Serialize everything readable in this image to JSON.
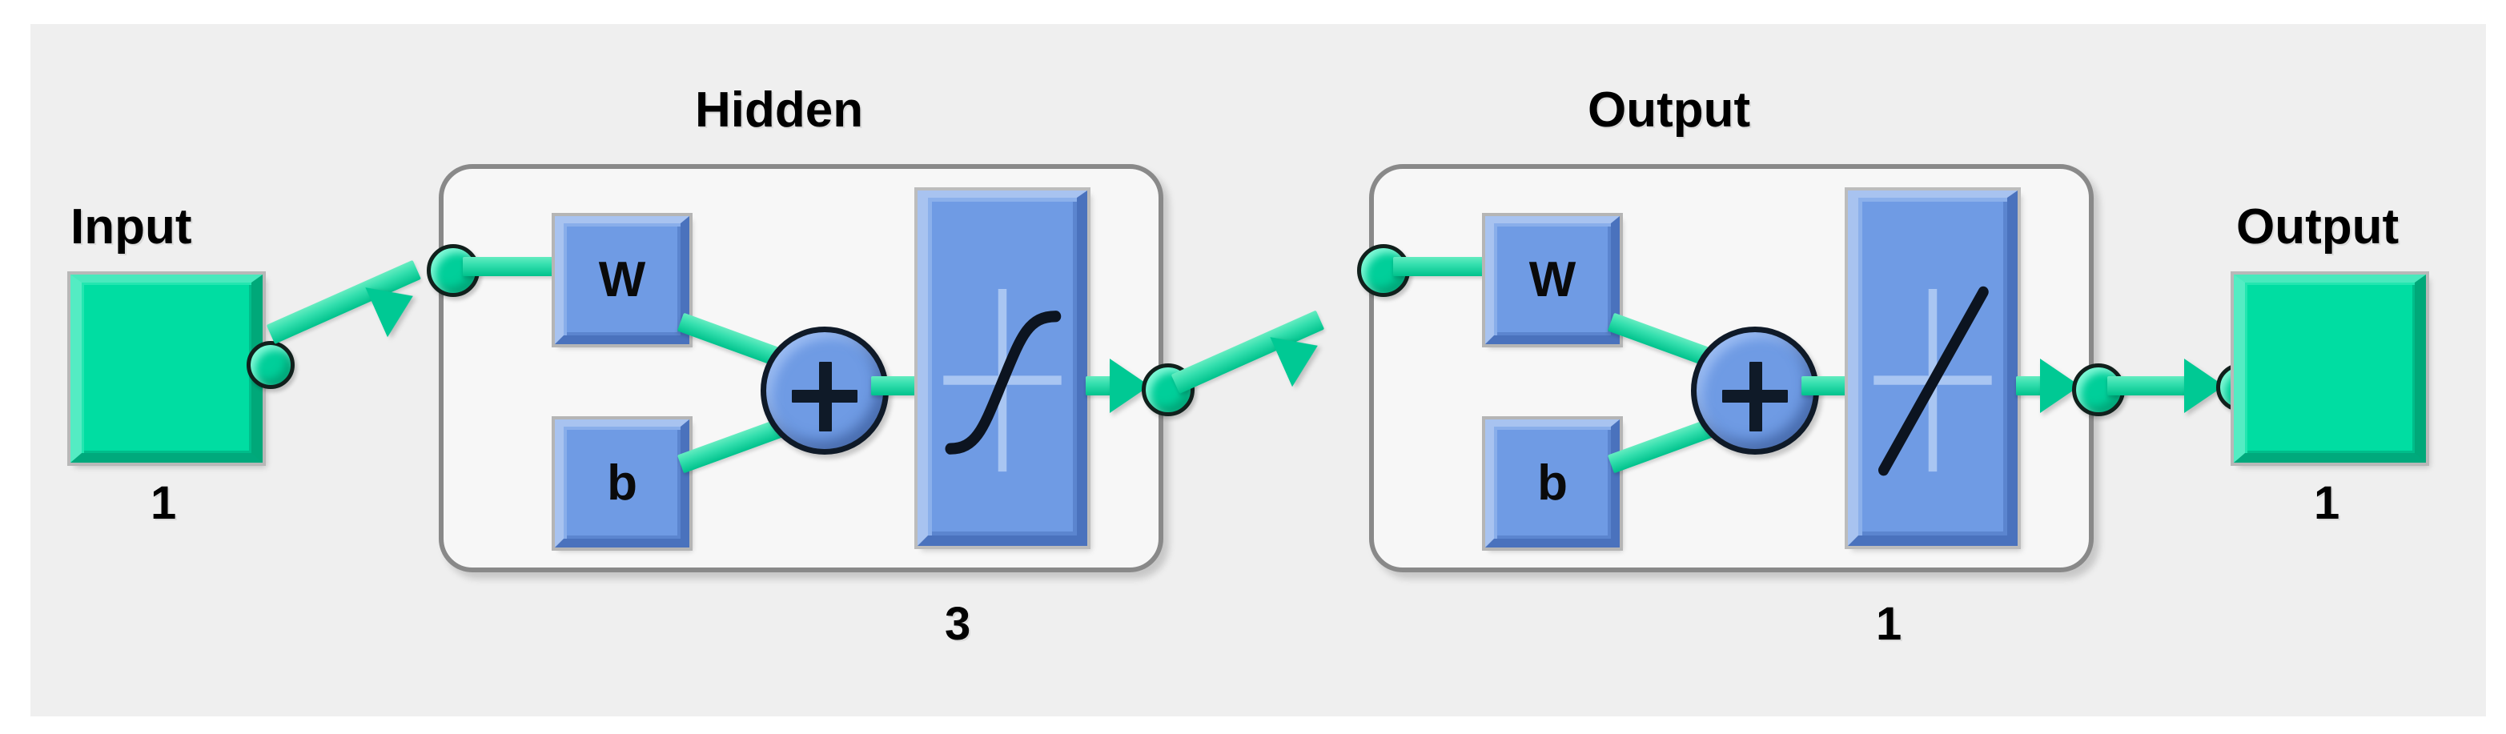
{
  "diagram": {
    "kind": "neural-network-architecture",
    "background_color": "#efefef",
    "accent_green": "#00d49a",
    "accent_blue": "#6f9be4",
    "border_gray": "#898989",
    "input": {
      "title": "Input",
      "size": "1",
      "block_name": "input-block"
    },
    "layers": [
      {
        "title": "Hidden",
        "size": "3",
        "weight_label": "W",
        "bias_label": "b",
        "sum_symbol": "+",
        "transfer_function": "tansig",
        "transfer_icon": "sigmoid-curve-icon"
      },
      {
        "title": "Output",
        "size": "1",
        "weight_label": "W",
        "bias_label": "b",
        "sum_symbol": "+",
        "transfer_function": "purelin",
        "transfer_icon": "linear-line-icon"
      }
    ],
    "output": {
      "title": "Output",
      "size": "1",
      "block_name": "output-block"
    }
  }
}
